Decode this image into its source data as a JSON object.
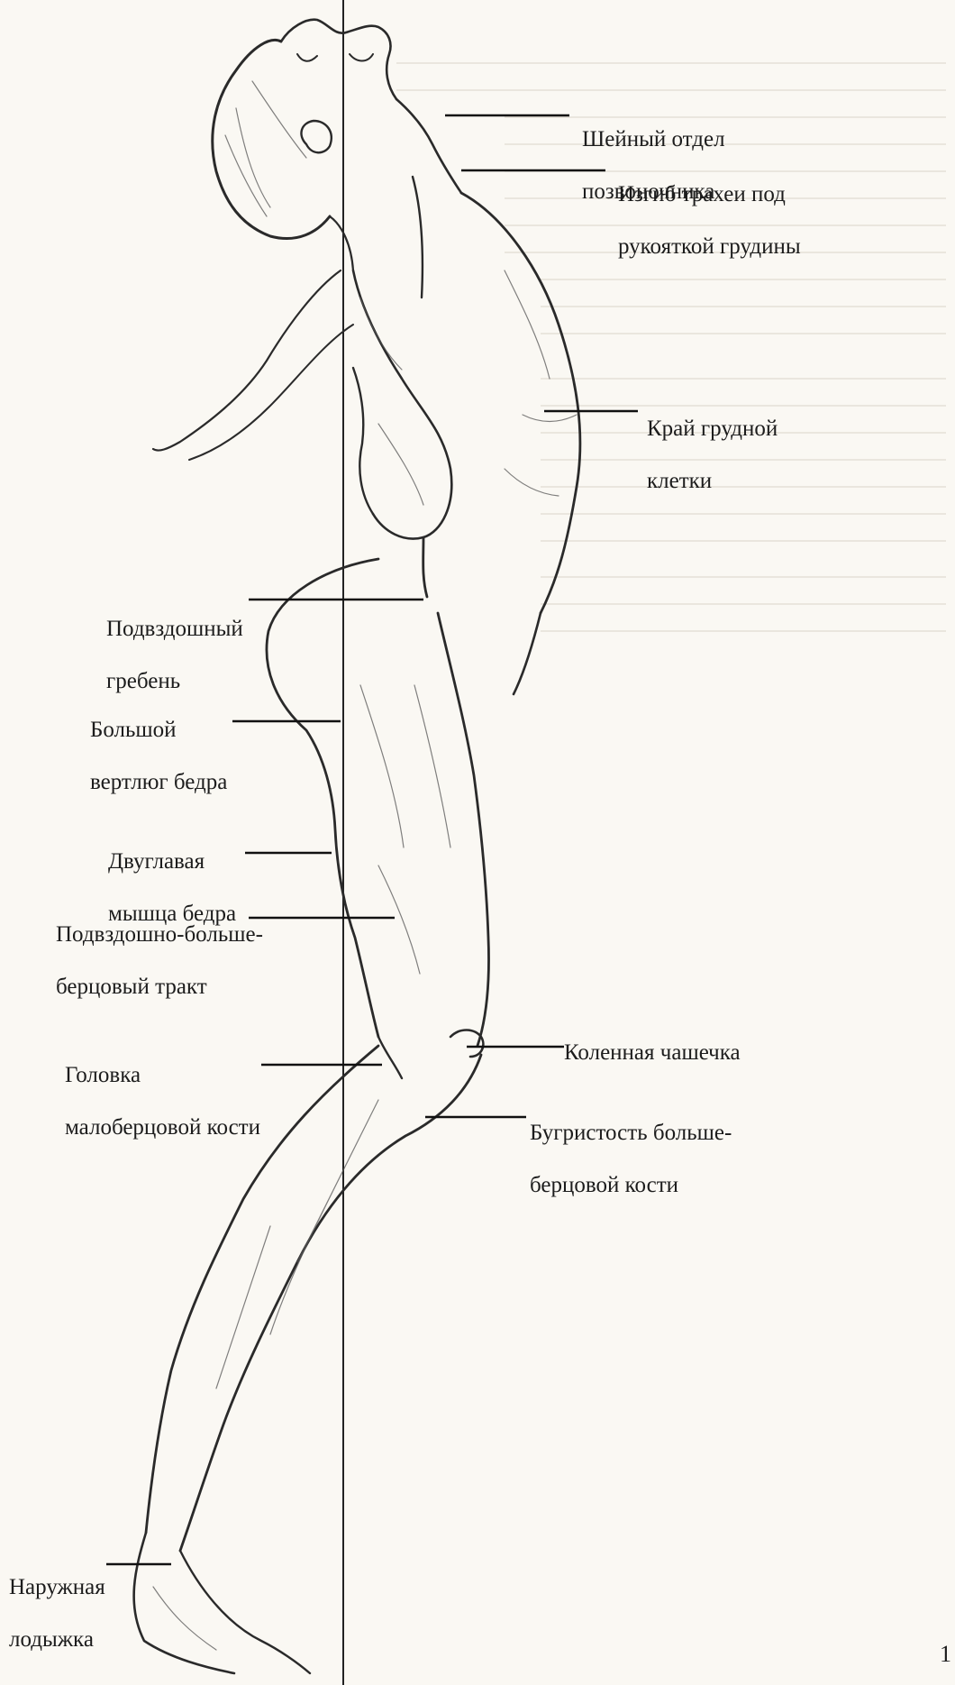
{
  "labels": {
    "cervical_spine": [
      "Шейный отдел",
      "позвоночника"
    ],
    "trachea_bend": [
      "Изгиб трахеи под",
      "рукояткой грудины"
    ],
    "rib_cage_edge": [
      "Край грудной",
      "клетки"
    ],
    "iliac_crest": [
      "Подвздошный",
      "гребень"
    ],
    "greater_trochanter": [
      "Большой",
      "вертлюг бедра"
    ],
    "biceps_femoris": [
      "Двуглавая",
      "мышца бедра"
    ],
    "iliotibial_tract": [
      "Подвздошно-больше-",
      "берцовый тракт"
    ],
    "patella": [
      "Коленная чашечка"
    ],
    "fibula_head": [
      "Головка",
      "малоберцовой кости"
    ],
    "tibial_tuberosity": [
      "Бугристость больше-",
      "берцовой кости"
    ],
    "lateral_malleolus": [
      "Наружная",
      "лодыжка"
    ]
  },
  "page_number": "1",
  "colors": {
    "ink": "#2a2a2a",
    "paper": "#faf8f3",
    "leader": "#111111"
  }
}
